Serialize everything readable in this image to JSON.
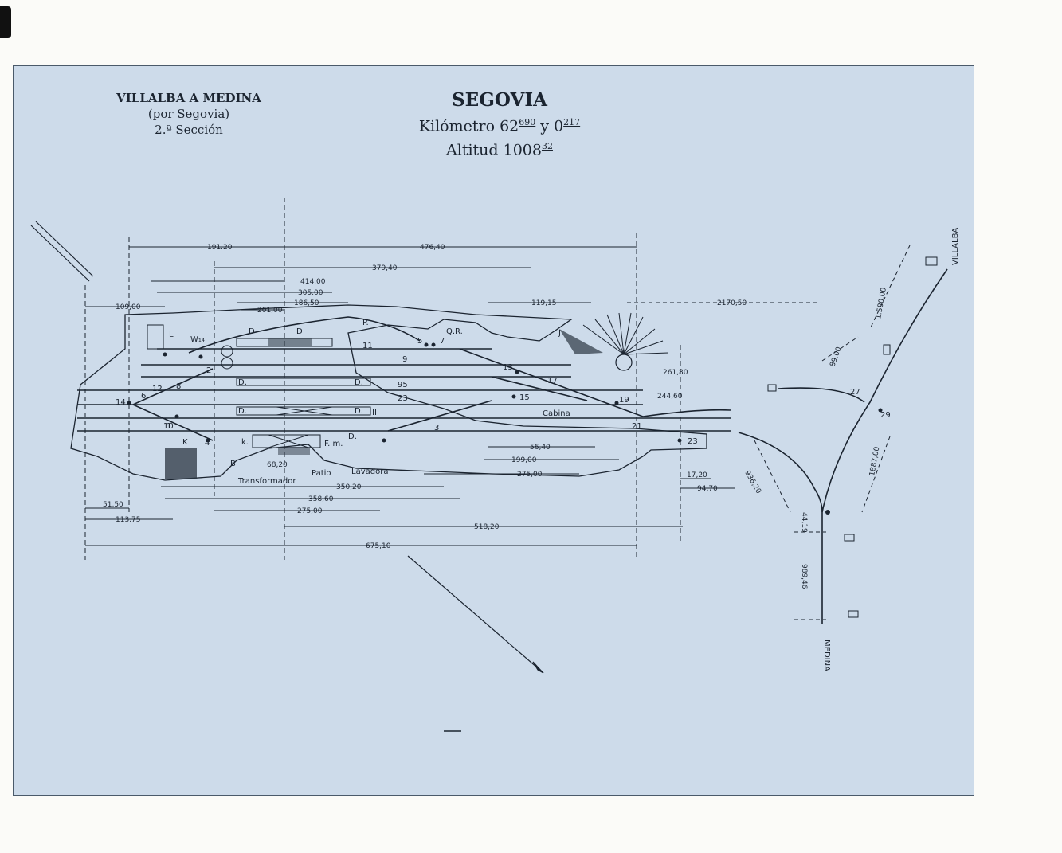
{
  "header_left": {
    "line1": "VILLALBA A MEDINA",
    "line2": "(por Segovia)",
    "line3": "2.ª Sección"
  },
  "header_center": {
    "title": "SEGOVIA",
    "km_text": "Kilómetro 62",
    "km_sup1": "690",
    "km_mid": " y 0",
    "km_sup2": "217",
    "alt_text": "Altitud 1008",
    "alt_sup": "32"
  },
  "dimensions": {
    "top": [
      "191.20",
      "476,40",
      "379,40",
      "414,00",
      "305,00",
      "186,50",
      "201,00",
      "109,00",
      "119,15",
      "2170,50"
    ],
    "right": [
      "261,80",
      "244,60",
      "1.580,00",
      "89,00",
      "1887,00",
      "936,20",
      "44,19",
      "989,46"
    ],
    "bottom": [
      "56,40",
      "199,00",
      "275,00",
      "17,20",
      "94,70",
      "68,20",
      "350,20",
      "358,60",
      "275,00",
      "51,50",
      "113,75",
      "518,20",
      "675,10"
    ]
  },
  "labels": {
    "D1": "D",
    "D2": "D",
    "W": "W₁₄",
    "L": "L",
    "P": "P.",
    "QR": "Q.R.",
    "J": "J",
    "K": "K",
    "k": "k.",
    "B": "B",
    "Fm": "F. m.",
    "D3": "D.",
    "Dtrack1": "D.",
    "Dtrack2": "D.",
    "Dtrack3": "D.",
    "Dtrack4": "D.",
    "cabina": "Cabina",
    "transformador": "Transformador",
    "patio": "Patio",
    "lavadora": "Lavadora",
    "villalba": "VILLALBA",
    "medina": "MEDINA"
  },
  "track_numbers": [
    "1",
    "2",
    "3",
    "4",
    "5",
    "6",
    "7",
    "8",
    "9",
    "10",
    "11",
    "12",
    "13",
    "14",
    "15",
    "17",
    "19",
    "21",
    "23",
    "27",
    "29",
    "95",
    "II",
    "23"
  ]
}
